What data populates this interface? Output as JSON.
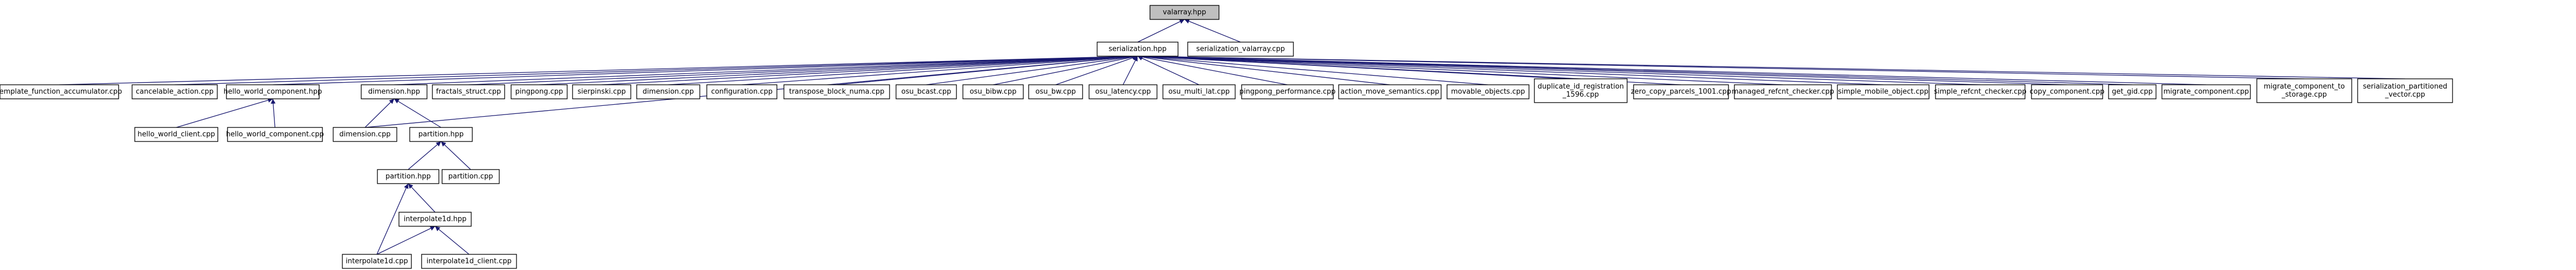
{
  "graph": {
    "type": "include-dependency-graph",
    "nodes": [
      {
        "id": "valarray_hpp",
        "label": "valarray.hpp",
        "root": true
      },
      {
        "id": "serialization_hpp",
        "label": "serialization.hpp"
      },
      {
        "id": "serialization_valarray_cpp",
        "label": "serialization_valarray.cpp"
      },
      {
        "id": "template_function_accumulator_cpp",
        "label": "template_function_accumulator.cpp"
      },
      {
        "id": "cancelable_action_cpp",
        "label": "cancelable_action.cpp"
      },
      {
        "id": "hello_world_component_hpp",
        "label": "hello_world_component.hpp"
      },
      {
        "id": "dimension_hpp",
        "label": "dimension.hpp"
      },
      {
        "id": "fractals_struct_cpp",
        "label": "fractals_struct.cpp"
      },
      {
        "id": "pingpong_cpp",
        "label": "pingpong.cpp"
      },
      {
        "id": "sierpinski_cpp",
        "label": "sierpinski.cpp"
      },
      {
        "id": "dimension_cpp_top",
        "label": "dimension.cpp"
      },
      {
        "id": "configuration_cpp",
        "label": "configuration.cpp"
      },
      {
        "id": "transpose_block_numa_cpp",
        "label": "transpose_block_numa.cpp"
      },
      {
        "id": "osu_bcast_cpp",
        "label": "osu_bcast.cpp"
      },
      {
        "id": "osu_bibw_cpp",
        "label": "osu_bibw.cpp"
      },
      {
        "id": "osu_bw_cpp",
        "label": "osu_bw.cpp"
      },
      {
        "id": "osu_latency_cpp",
        "label": "osu_latency.cpp"
      },
      {
        "id": "osu_multi_lat_cpp",
        "label": "osu_multi_lat.cpp"
      },
      {
        "id": "pingpong_performance_cpp",
        "label": "pingpong_performance.cpp"
      },
      {
        "id": "action_move_semantics_cpp",
        "label": "action_move_semantics.cpp"
      },
      {
        "id": "movable_objects_cpp",
        "label": "movable_objects.cpp"
      },
      {
        "id": "duplicate_id_registration_1596_cpp",
        "label": [
          "duplicate_id_registration",
          "_1596.cpp"
        ]
      },
      {
        "id": "zero_copy_parcels_1001_cpp",
        "label": "zero_copy_parcels_1001.cpp"
      },
      {
        "id": "managed_refcnt_checker_cpp",
        "label": "managed_refcnt_checker.cpp"
      },
      {
        "id": "simple_mobile_object_cpp",
        "label": "simple_mobile_object.cpp"
      },
      {
        "id": "simple_refcnt_checker_cpp",
        "label": "simple_refcnt_checker.cpp"
      },
      {
        "id": "copy_component_cpp",
        "label": "copy_component.cpp"
      },
      {
        "id": "get_gid_cpp",
        "label": "get_gid.cpp"
      },
      {
        "id": "migrate_component_cpp",
        "label": "migrate_component.cpp"
      },
      {
        "id": "migrate_component_to_storage_cpp",
        "label": [
          "migrate_component_to",
          "_storage.cpp"
        ]
      },
      {
        "id": "serialization_partitioned_vector_cpp",
        "label": [
          "serialization_partitioned",
          "_vector.cpp"
        ]
      },
      {
        "id": "hello_world_client_cpp",
        "label": "hello_world_client.cpp"
      },
      {
        "id": "hello_world_component_cpp",
        "label": "hello_world_component.cpp"
      },
      {
        "id": "dimension_cpp_mid",
        "label": "dimension.cpp"
      },
      {
        "id": "partition_hpp_a",
        "label": "partition.hpp"
      },
      {
        "id": "partition_hpp_b",
        "label": "partition.hpp"
      },
      {
        "id": "partition_cpp",
        "label": "partition.cpp"
      },
      {
        "id": "interpolate1d_hpp",
        "label": "interpolate1d.hpp"
      },
      {
        "id": "interpolate1d_cpp",
        "label": "interpolate1d.cpp"
      },
      {
        "id": "interpolate1d_client_cpp",
        "label": "interpolate1d_client.cpp"
      }
    ],
    "edges": [
      [
        "serialization_hpp",
        "valarray_hpp"
      ],
      [
        "serialization_valarray_cpp",
        "valarray_hpp"
      ],
      [
        "template_function_accumulator_cpp",
        "serialization_hpp"
      ],
      [
        "cancelable_action_cpp",
        "serialization_hpp"
      ],
      [
        "hello_world_component_hpp",
        "serialization_hpp"
      ],
      [
        "dimension_hpp",
        "serialization_hpp"
      ],
      [
        "fractals_struct_cpp",
        "serialization_hpp"
      ],
      [
        "pingpong_cpp",
        "serialization_hpp"
      ],
      [
        "sierpinski_cpp",
        "serialization_hpp"
      ],
      [
        "dimension_cpp_top",
        "serialization_hpp"
      ],
      [
        "configuration_cpp",
        "serialization_hpp"
      ],
      [
        "transpose_block_numa_cpp",
        "serialization_hpp"
      ],
      [
        "osu_bcast_cpp",
        "serialization_hpp"
      ],
      [
        "osu_bibw_cpp",
        "serialization_hpp"
      ],
      [
        "osu_bw_cpp",
        "serialization_hpp"
      ],
      [
        "osu_latency_cpp",
        "serialization_hpp"
      ],
      [
        "osu_multi_lat_cpp",
        "serialization_hpp"
      ],
      [
        "pingpong_performance_cpp",
        "serialization_hpp"
      ],
      [
        "action_move_semantics_cpp",
        "serialization_hpp"
      ],
      [
        "movable_objects_cpp",
        "serialization_hpp"
      ],
      [
        "duplicate_id_registration_1596_cpp",
        "serialization_hpp"
      ],
      [
        "zero_copy_parcels_1001_cpp",
        "serialization_hpp"
      ],
      [
        "managed_refcnt_checker_cpp",
        "serialization_hpp"
      ],
      [
        "simple_mobile_object_cpp",
        "serialization_hpp"
      ],
      [
        "simple_refcnt_checker_cpp",
        "serialization_hpp"
      ],
      [
        "copy_component_cpp",
        "serialization_hpp"
      ],
      [
        "get_gid_cpp",
        "serialization_hpp"
      ],
      [
        "migrate_component_cpp",
        "serialization_hpp"
      ],
      [
        "migrate_component_to_storage_cpp",
        "serialization_hpp"
      ],
      [
        "serialization_partitioned_vector_cpp",
        "serialization_hpp"
      ],
      [
        "dimension_cpp_mid",
        "serialization_hpp"
      ],
      [
        "hello_world_client_cpp",
        "hello_world_component_hpp"
      ],
      [
        "hello_world_component_cpp",
        "hello_world_component_hpp"
      ],
      [
        "dimension_cpp_mid",
        "dimension_hpp"
      ],
      [
        "partition_hpp_b",
        "dimension_hpp"
      ],
      [
        "partition_hpp_a",
        "partition_hpp_b"
      ],
      [
        "partition_cpp",
        "partition_hpp_b"
      ],
      [
        "interpolate1d_hpp",
        "partition_hpp_a"
      ],
      [
        "interpolate1d_cpp",
        "partition_hpp_a"
      ],
      [
        "interpolate1d_cpp",
        "interpolate1d_hpp"
      ],
      [
        "interpolate1d_client_cpp",
        "interpolate1d_hpp"
      ]
    ]
  }
}
